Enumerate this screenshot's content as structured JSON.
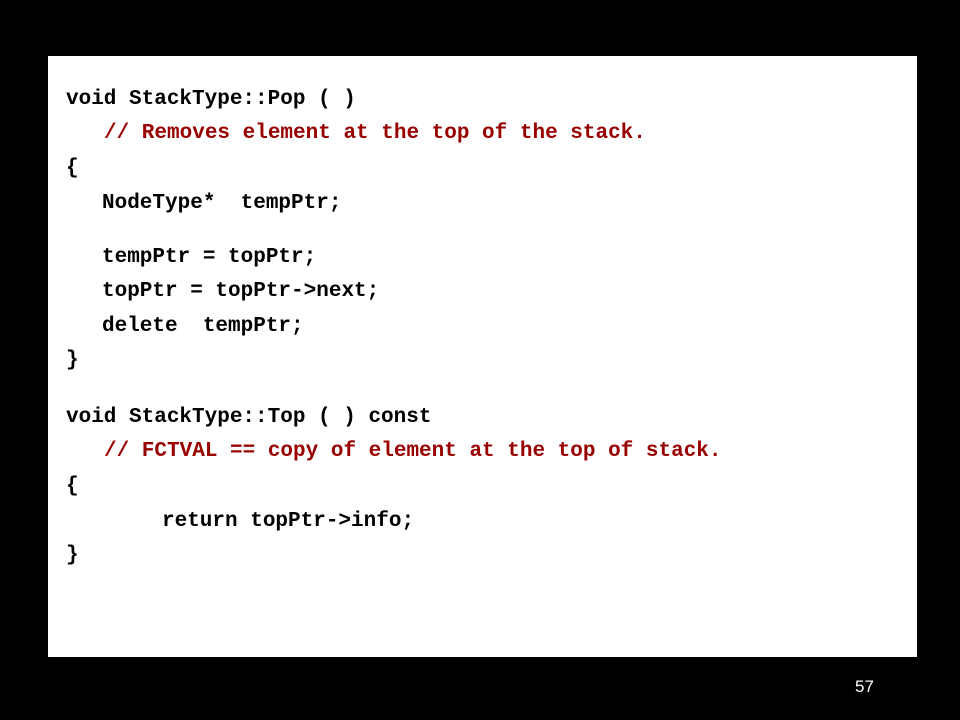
{
  "code": {
    "lines": [
      "void StackType::Pop ( )",
      "// Removes element at the top of the stack.",
      "{",
      "NodeType*  tempPtr;",
      "tempPtr = topPtr;",
      "topPtr = topPtr->next;",
      "delete  tempPtr;",
      "}",
      "void StackType::Top ( ) const",
      "// FCTVAL == copy of element at the top of stack.",
      "{",
      "return topPtr->info;",
      "}"
    ]
  },
  "colors": {
    "background": "#000000",
    "panel": "#ffffff",
    "code_text": "#000000",
    "comment_text": "#990000",
    "page_number_text": "#ffffff"
  },
  "footer": {
    "page_number": "57"
  }
}
